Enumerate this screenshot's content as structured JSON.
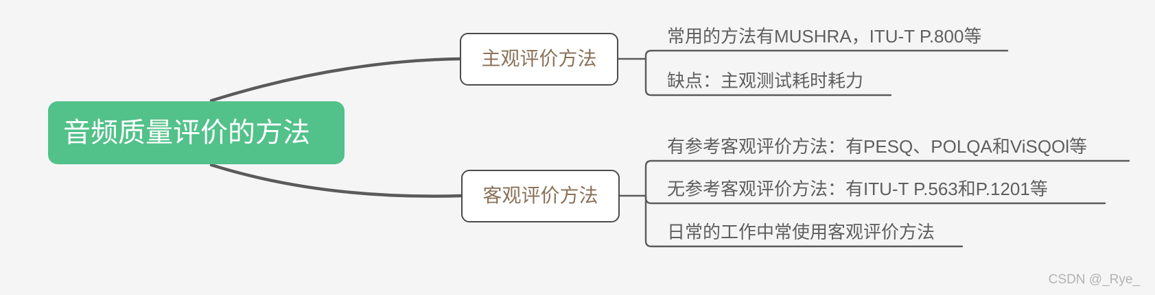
{
  "canvas": {
    "background_color": "#f5f5f6",
    "connector_color": "#5a5a5a"
  },
  "root": {
    "label": "音频质量评价的方法",
    "bg_color": "#52c18a",
    "text_color": "#ffffff"
  },
  "branches": [
    {
      "label": "主观评价方法",
      "children": [
        "常用的方法有MUSHRA，ITU-T P.800等",
        "缺点：主观测试耗时耗力"
      ]
    },
    {
      "label": "客观评价方法",
      "children": [
        "有参考客观评价方法：有PESQ、POLQA和ViSQOl等",
        "无参考客观评价方法：有ITU-T P.563和P.1201等",
        "日常的工作中常使用客观评价方法"
      ]
    }
  ],
  "branch_style": {
    "border_color": "#4a4a4a",
    "text_color": "#8a7159"
  },
  "leaf_text_color": "#5f5f5f",
  "watermark": "CSDN @_Rye_"
}
